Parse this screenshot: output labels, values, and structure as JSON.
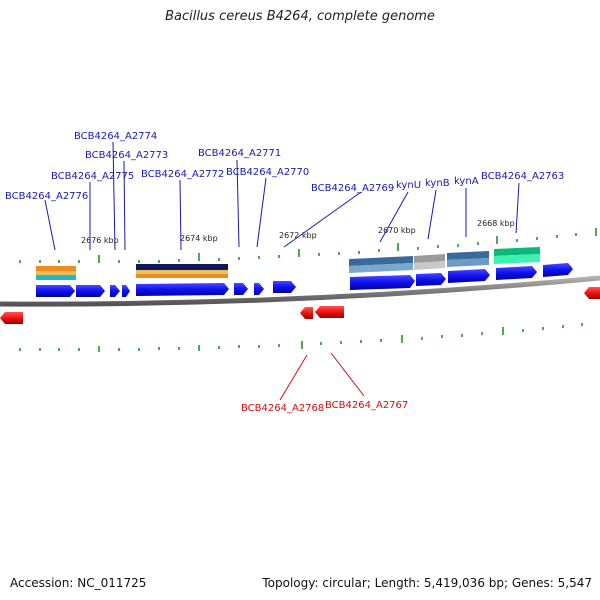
{
  "title": "Bacillus cereus B4264, complete genome",
  "footer": {
    "accession": "Accession: NC_011725",
    "summary": "Topology: circular; Length: 5,419,036 bp; Genes: 5,547"
  },
  "colors": {
    "forward_gene": "#1a1aff",
    "reverse_gene": "#ee1111",
    "forward_label": "#1a1aa8",
    "reverse_label": "#cc1111",
    "tick": "#1a8a1a",
    "backbone": "#808080"
  },
  "kbp_labels": [
    "2676 kbp",
    "2674 kbp",
    "2672 kbp",
    "2670 kbp",
    "2668 kbp"
  ],
  "forward_labels": [
    "BCB4264_A2776",
    "BCB4264_A2775",
    "BCB4264_A2774",
    "BCB4264_A2773",
    "BCB4264_A2772",
    "BCB4264_A2771",
    "BCB4264_A2770",
    "BCB4264_A2769",
    "kynU",
    "kynB",
    "kynA",
    "BCB4264_A2763"
  ],
  "reverse_labels": [
    "BCB4264_A2768",
    "BCB4264_A2767"
  ]
}
